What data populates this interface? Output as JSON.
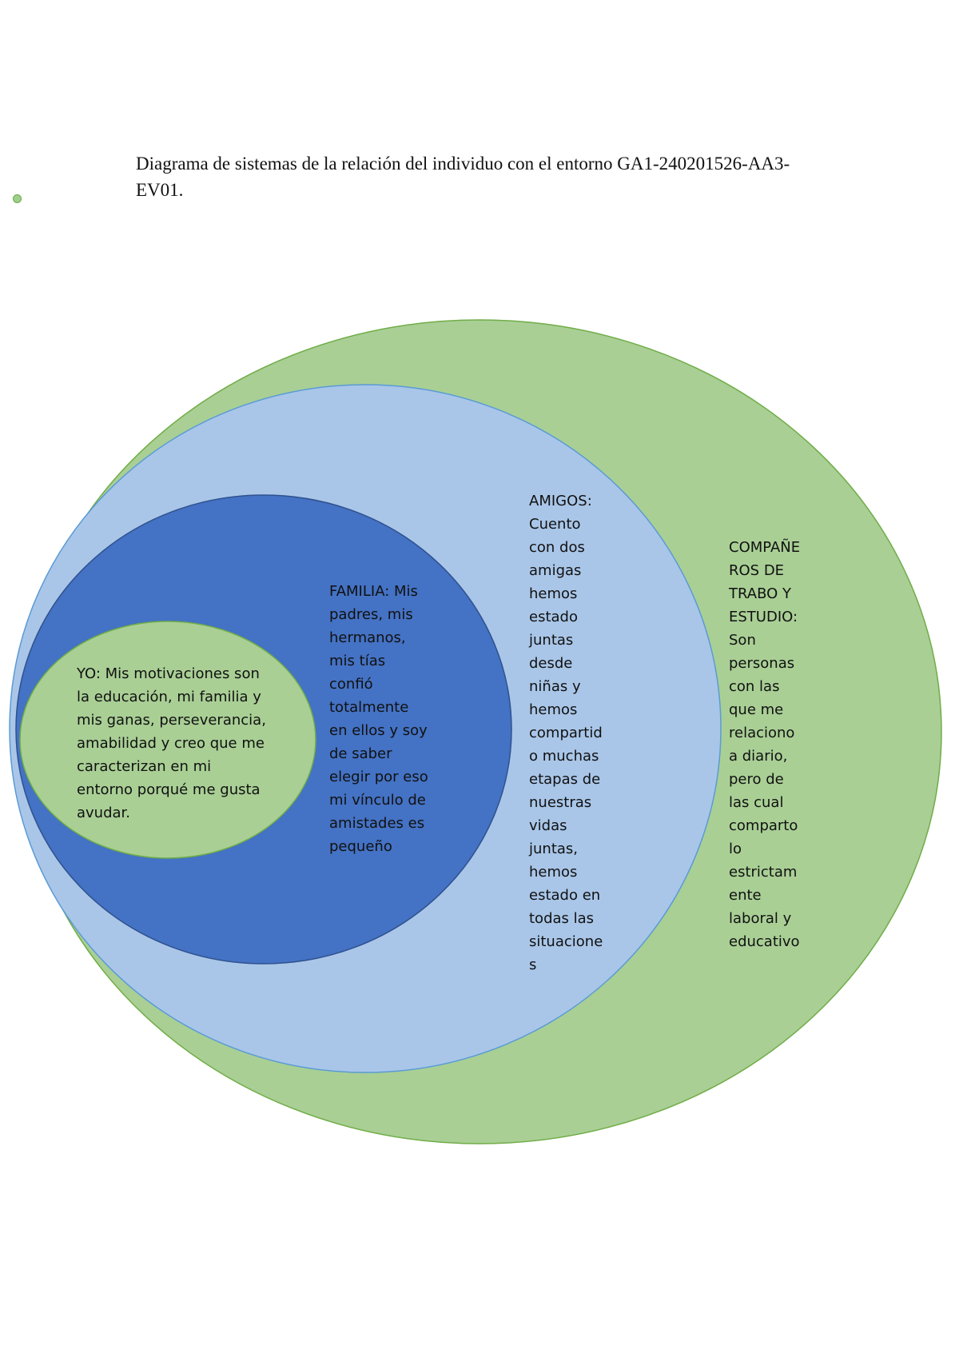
{
  "document": {
    "title": "Diagrama de sistemas de la relación del individuo con el entorno GA1-240201526-AA3-EV01."
  },
  "diagram": {
    "colors": {
      "outer_fill": "#a9cf95",
      "outer_stroke": "#70ad47",
      "light_blue_fill": "#a9c6e8",
      "light_blue_stroke": "#5b9bd5",
      "dark_blue_fill": "#4472c4",
      "dark_blue_stroke": "#2f528f",
      "inner_fill": "#a9cf95",
      "inner_stroke": "#70ad47"
    },
    "circles": {
      "yo": {
        "text": "YO: Mis motivaciones son\nla educación, mi familia y\nmis ganas, perseverancia,\namabilidad y creo que me\ncaracterizan en mi\nentorno porqué me gusta\navudar."
      },
      "familia": {
        "text": "FAMILIA: Mis\npadres, mis\nhermanos,\nmis tías\nconfió\ntotalmente\nen ellos y soy\nde saber\nelegir por eso\nmi vínculo de\namistades es\npequeño"
      },
      "amigos": {
        "text": "AMIGOS:\nCuento\ncon dos\namigas\nhemos\nestado\njuntas\ndesde\nniñas y\nhemos\ncompartid\no muchas\netapas de\nnuestras\nvidas\njuntas,\nhemos\nestado en\ntodas las\nsituacione\ns"
      },
      "companeros": {
        "text": "COMPAÑE\nROS DE\nTRABO Y\nESTUDIO:\nSon\npersonas\ncon las\nque me\nrelaciono\na diario,\npero de\nlas cual\ncomparto\nlo\nestrictam\nente\nlaboral y\neducativo"
      }
    }
  }
}
